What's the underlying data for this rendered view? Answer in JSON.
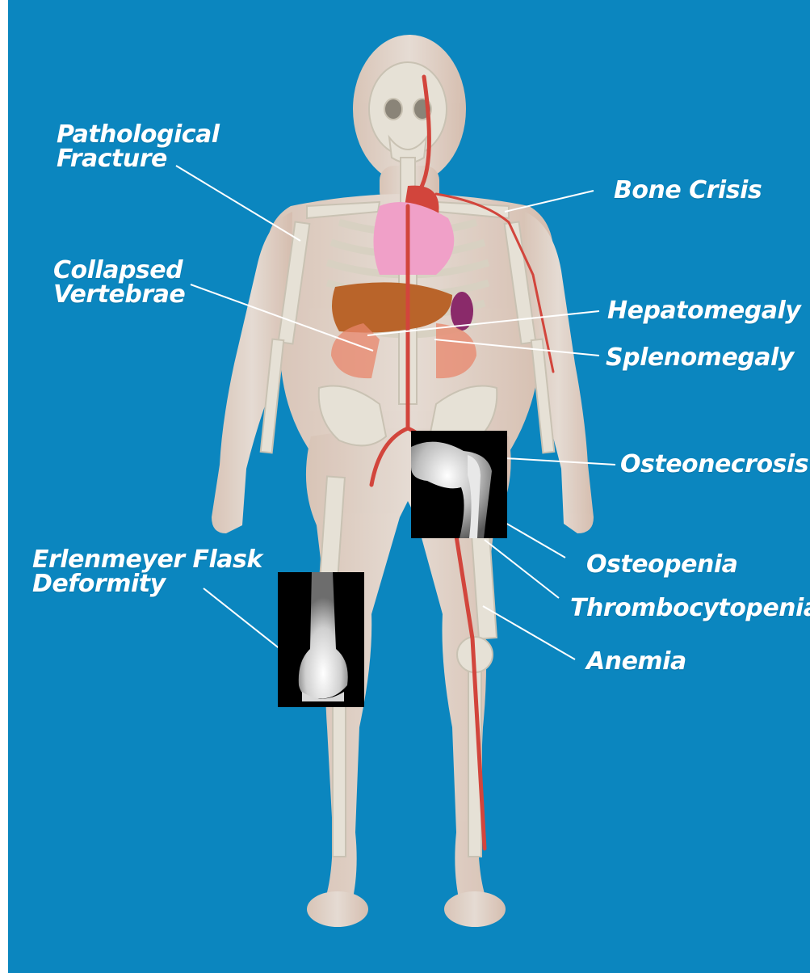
{
  "labels": {
    "pathological_fracture": [
      "Pathological",
      "Fracture"
    ],
    "collapsed_vertebrae": [
      "Collapsed",
      "Vertebrae"
    ],
    "erlenmeyer_flask_deformity": [
      "Erlenmeyer Flask",
      "Deformity"
    ],
    "bone_crisis": "Bone Crisis",
    "hepatomegaly": "Hepatomegaly",
    "splenomegaly": "Splenomegaly",
    "osteonecrosis": "Osteonecrosis",
    "osteopenia": "Osteopenia",
    "thrombocytopenia": "Thrombocytopenia",
    "anemia": "Anemia"
  },
  "colors": {
    "background": "#0b86bf",
    "label_text": "#ffffff",
    "skin": "#f2d6c6",
    "bone": "#e6e1d6",
    "artery": "#d2453c",
    "heart": "#f0a0c8",
    "liver": "#b9642a"
  }
}
